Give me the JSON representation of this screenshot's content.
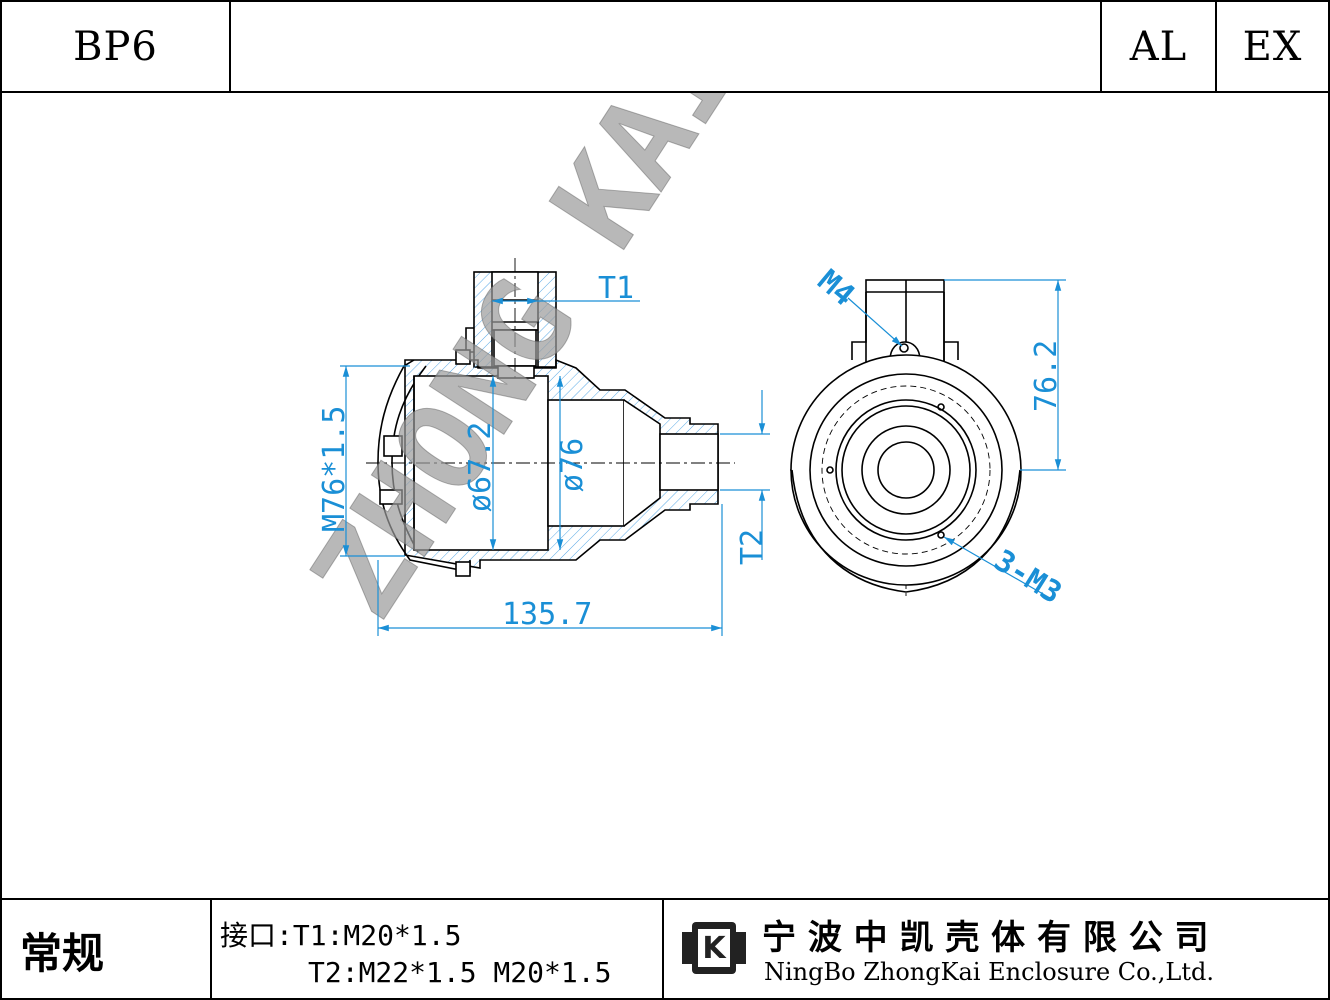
{
  "header": {
    "model": "BP6",
    "material": "AL",
    "rating": "EX"
  },
  "drawing": {
    "watermark": "ZHONG KAI",
    "dimensions": {
      "t1": "T1",
      "t2": "T2",
      "thread": "M76*1.5",
      "inner_dia": "ø67.2",
      "outer_dia": "ø76",
      "length": "135.7",
      "height": "76.2",
      "m4": "M4",
      "m3": "3-M3"
    }
  },
  "footer": {
    "type": "常规",
    "interface_line1": "接口:T1:M20*1.5",
    "interface_line2": "T2:M22*1.5 M20*1.5",
    "company_cn": "宁 波 中 凯 壳 体 有 限 公 司",
    "company_en": "NingBo ZhongKai Enclosure Co.,Ltd.",
    "logo_letter": "K"
  },
  "colors": {
    "dimension": "#1a8fd6",
    "hatch": "#5aa9e6",
    "line": "#000000",
    "watermark": "#9a9a9a"
  }
}
